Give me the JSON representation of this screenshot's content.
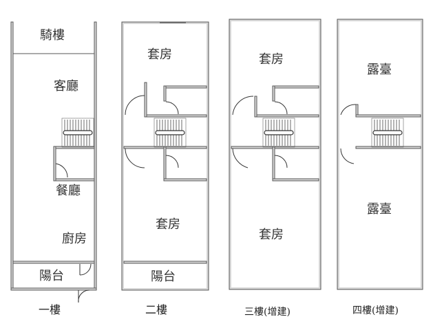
{
  "floors": [
    {
      "caption": "一樓",
      "rooms": [
        "騎樓",
        "客廳",
        "餐廳",
        "廚房",
        "陽台"
      ]
    },
    {
      "caption": "二樓",
      "rooms": [
        "套房",
        "套房",
        "陽台"
      ]
    },
    {
      "caption": "三樓(增建)",
      "rooms": [
        "套房",
        "套房"
      ]
    },
    {
      "caption": "四樓(增建)",
      "rooms": [
        "露臺",
        "露臺"
      ]
    }
  ],
  "colors": {
    "wall_fill": "#d8d8d8",
    "wall_stroke": "#555555"
  }
}
